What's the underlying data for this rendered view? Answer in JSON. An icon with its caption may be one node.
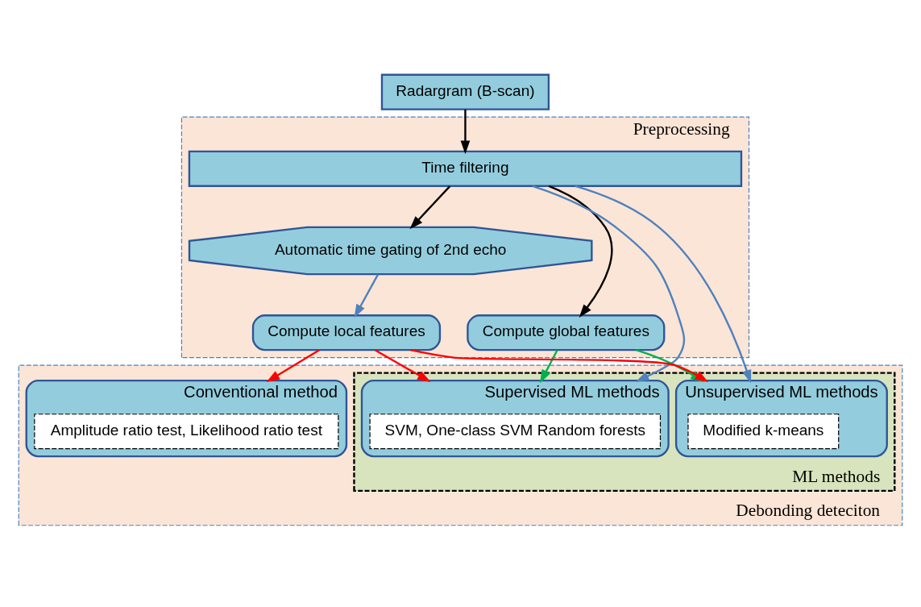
{
  "diagram": {
    "nodes": [
      {
        "text": [
          "Radargram (B-scan)"
        ]
      },
      {
        "text": [
          "Preprocessing"
        ]
      },
      {
        "text": [
          "Time filtering"
        ],
        "in": 1
      },
      {
        "text": [
          "Compute global features"
        ],
        "in": 1
      },
      {
        "text": [
          "Compute local features"
        ],
        "in": 1
      },
      {
        "text": [
          "Automatic time gating of 2nd echo"
        ],
        "in": 1
      },
      {
        "text": [
          "Debonding deteciton"
        ]
      },
      {
        "text": [
          "ML methods"
        ],
        "in": 6
      },
      {
        "text": [
          "Supervised ML methods"
        ],
        "in": 7
      },
      {
        "text": [
          "SVM, One-class SVM Random forests"
        ],
        "in": 8
      },
      {
        "text": [
          "Unsupervised ML methods"
        ],
        "in": 7
      },
      {
        "text": [
          "Modified k-means"
        ],
        "in": 10
      },
      {
        "text": [
          "Conventional method"
        ],
        "in": 6
      },
      {
        "text": [
          "Amplitude ratio test, Likelihood ratio test"
        ],
        "in": 12
      }
    ],
    "edges": [
      {
        "from": 0,
        "to": 2,
        "arrow": "to"
      },
      {
        "from": 2,
        "to": 3,
        "arrow": "to"
      },
      {
        "from": 2,
        "to": 5,
        "arrow": "to"
      },
      {
        "from": 5,
        "to": 4,
        "arrow": "to",
        "color": "#4f81bd"
      },
      {
        "from": 3,
        "to": 8,
        "arrow": "to",
        "color": "#00b050"
      },
      {
        "from": 3,
        "to": 10,
        "arrow": "to",
        "color": "#00b050"
      },
      {
        "from": 4,
        "to": 8,
        "arrow": "to",
        "color": "#ff0000"
      },
      {
        "from": 4,
        "to": 10,
        "arrow": "to",
        "color": "#ff0000"
      },
      {
        "from": 4,
        "to": 12,
        "arrow": "to",
        "color": "#ff0000"
      },
      {
        "from": 2,
        "to": 8,
        "arrow": "to",
        "color": "#4f81bd"
      },
      {
        "from": 2,
        "to": 10,
        "arrow": "to",
        "color": "#4f81bd"
      }
    ]
  }
}
